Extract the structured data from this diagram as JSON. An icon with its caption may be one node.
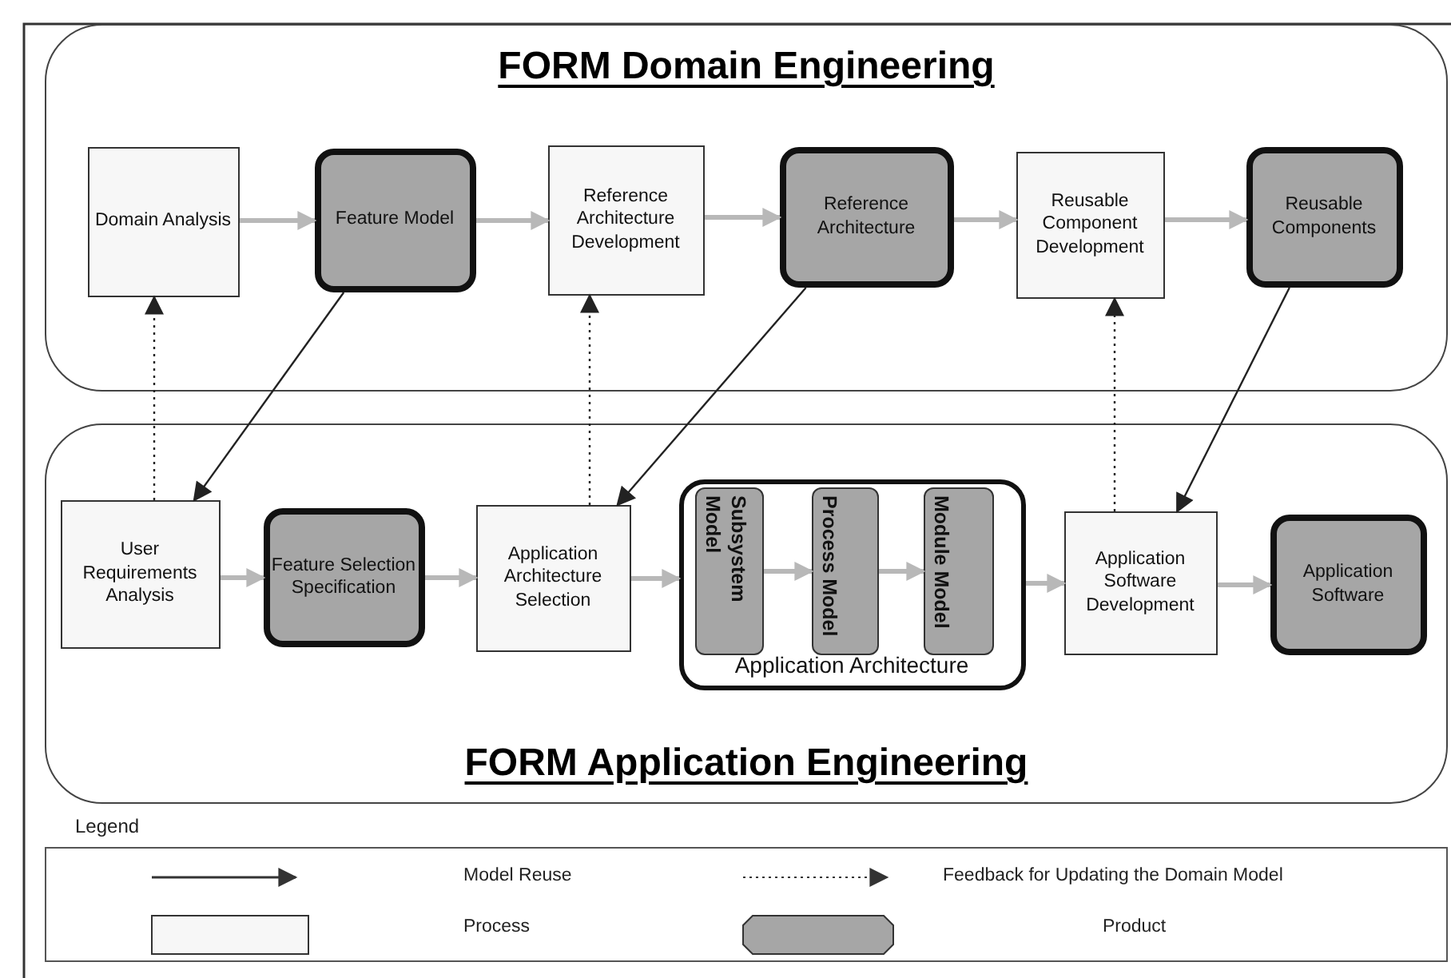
{
  "diagram": {
    "nodes": [
      {
        "text": [
          "FORM Domain Engineering"
        ]
      },
      {
        "text": [
          "Domain Analysis"
        ],
        "in": 0
      },
      {
        "text": [
          "Feature Model"
        ],
        "in": 0
      },
      {
        "text": [
          "Reference Architecture Development"
        ],
        "in": 0
      },
      {
        "text": [
          "Reference Architecture"
        ],
        "in": 0
      },
      {
        "text": [
          "Reusable Component Development"
        ],
        "in": 0
      },
      {
        "text": [
          "Reusable Components"
        ],
        "in": 0
      },
      {
        "text": [
          "FORM Application Engineering"
        ]
      },
      {
        "text": [
          "User Requirements Analysis"
        ],
        "in": 7
      },
      {
        "text": [
          "Feature Selection Specification"
        ],
        "in": 7
      },
      {
        "text": [
          "Application Architecture Selection"
        ],
        "in": 7
      },
      {
        "text": [
          "Application Architecture"
        ],
        "in": 7
      },
      {
        "text": [
          "Subsystem Model"
        ],
        "in": 11
      },
      {
        "text": [
          "Process Model"
        ],
        "in": 11
      },
      {
        "text": [
          "Module Model"
        ],
        "in": 11
      },
      {
        "text": [
          "Application Software Development"
        ],
        "in": 7
      },
      {
        "text": [
          "Application Software"
        ],
        "in": 7
      }
    ],
    "edges": [
      {
        "from": 1,
        "to": 2,
        "arrow": "to"
      },
      {
        "from": 2,
        "to": 3,
        "arrow": "to"
      },
      {
        "from": 3,
        "to": 4,
        "arrow": "to"
      },
      {
        "from": 4,
        "to": 5,
        "arrow": "to"
      },
      {
        "from": 5,
        "to": 6,
        "arrow": "to"
      },
      {
        "from": 2,
        "to": 8,
        "arrow": "to",
        "color": "#222222"
      },
      {
        "from": 4,
        "to": 10,
        "arrow": "to",
        "color": "#222222"
      },
      {
        "from": 6,
        "to": 15,
        "arrow": "to",
        "color": "#222222"
      },
      {
        "from": 8,
        "to": 1,
        "arrow": "to",
        "style": "dashed",
        "color": "#222222"
      },
      {
        "from": 10,
        "to": 3,
        "arrow": "to",
        "style": "dashed",
        "color": "#222222"
      },
      {
        "from": 15,
        "to": 5,
        "arrow": "to",
        "style": "dashed",
        "color": "#222222"
      },
      {
        "from": 8,
        "to": 9,
        "arrow": "to"
      },
      {
        "from": 9,
        "to": 10,
        "arrow": "to"
      },
      {
        "from": 10,
        "to": 11,
        "arrow": "to"
      },
      {
        "from": 12,
        "to": 13,
        "arrow": "to"
      },
      {
        "from": 13,
        "to": 14,
        "arrow": "to"
      },
      {
        "from": 11,
        "to": 15,
        "arrow": "to"
      },
      {
        "from": 15,
        "to": 16,
        "arrow": "to"
      }
    ],
    "labels": [
      "Legend"
    ],
    "legend": [
      {
        "text": "Model Reuse"
      },
      {
        "text": "Feedback for Updating the Domain Model"
      },
      {
        "text": "Process"
      },
      {
        "text": "Product"
      }
    ]
  }
}
